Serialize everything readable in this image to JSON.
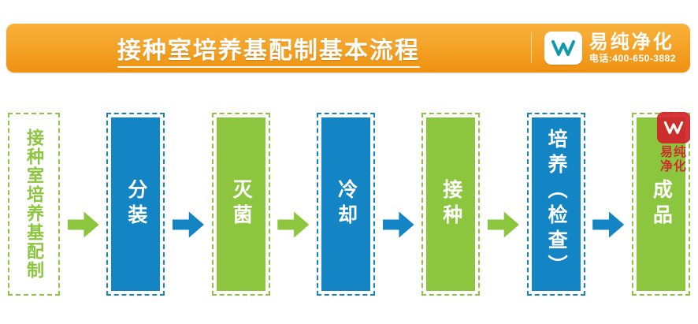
{
  "banner": {
    "title": "接种室培养基配制基本流程",
    "brand": "易纯净化",
    "phone": "电话:400-650-3882"
  },
  "flow": {
    "steps": [
      {
        "label": "接种室培养基配制",
        "style": "outline-green"
      },
      {
        "label": "分装",
        "style": "blue"
      },
      {
        "label": "灭菌",
        "style": "green"
      },
      {
        "label": "冷却",
        "style": "blue"
      },
      {
        "label": "接种",
        "style": "green"
      },
      {
        "label": "培养（检查）",
        "style": "blue"
      },
      {
        "label": "成品",
        "style": "green"
      }
    ],
    "arrows": [
      "green",
      "blue",
      "green",
      "blue",
      "green",
      "blue"
    ]
  },
  "seal": {
    "row1": "易纯",
    "row2": "净化"
  },
  "colors": {
    "orange-top": "#f9b23c",
    "orange-bottom": "#ee9110",
    "green": "#8cc63f",
    "blue": "#1384c4",
    "red": "#d2232a",
    "teal": "#0e9aa7"
  }
}
